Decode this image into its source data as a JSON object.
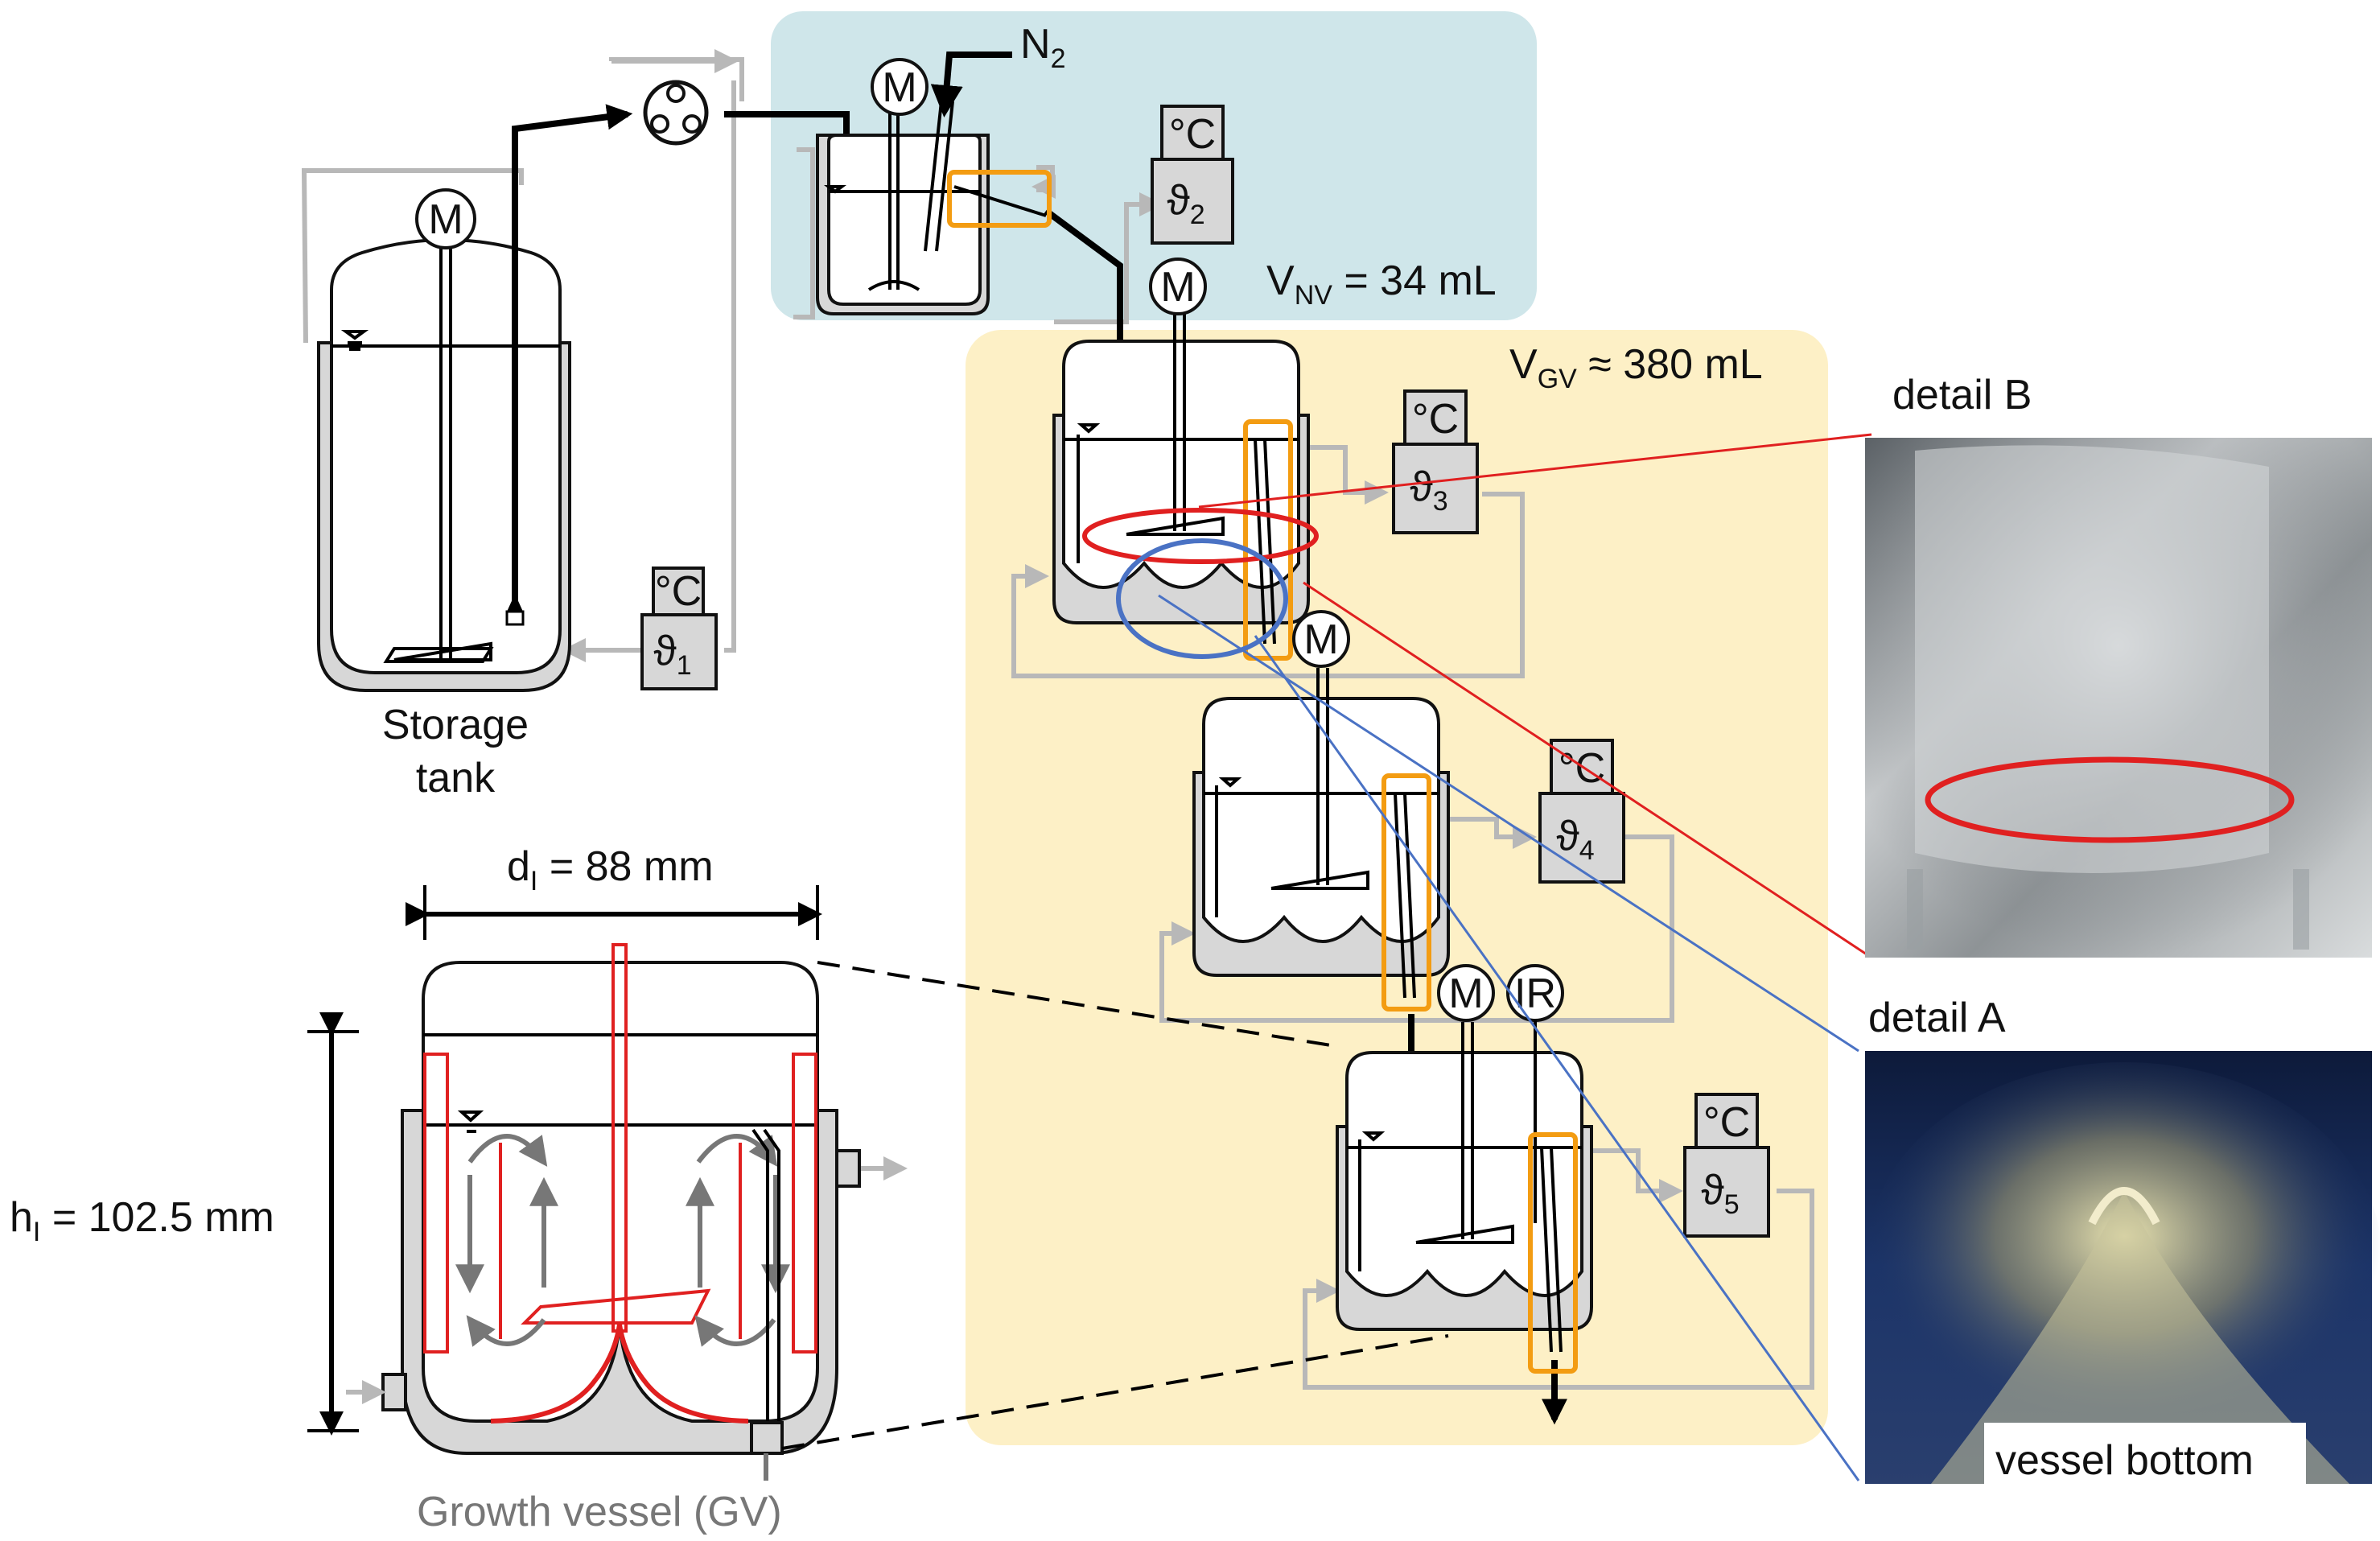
{
  "labels": {
    "n2": "N",
    "n2_sub": "2",
    "motor": "M",
    "ir": "IR",
    "degc": "°C",
    "theta": "ϑ",
    "theta1_sub": "1",
    "theta2_sub": "2",
    "theta3_sub": "3",
    "theta4_sub": "4",
    "theta5_sub": "5",
    "vnv_prefix": "V",
    "vnv_sub": "NV",
    "vnv_value": " = 34 mL",
    "vgv_prefix": "V",
    "vgv_sub": "GV",
    "vgv_value": " ≈ 380 mL",
    "storage_tank_line1": "Storage",
    "storage_tank_line2": "tank",
    "di_prefix": "d",
    "di_sub": "I",
    "di_value": " = 88 mm",
    "hi_prefix": "h",
    "hi_sub": "I",
    "hi_value": " = 102.5 mm",
    "growth_vessel": "Growth vessel (GV)",
    "detail_b": "detail B",
    "detail_a": "detail A",
    "vessel_bottom": "vessel bottom"
  },
  "colors": {
    "nucleation_zone": "#cfe6ea",
    "growth_zone": "#fdf0c6",
    "flow_main": "#000000",
    "flow_temperature": "#b8b8b8",
    "highlight_orange": "#f39c12",
    "highlight_red": "#e02020",
    "highlight_blue": "#4a72c4",
    "jacket": "#d7d7d7"
  }
}
